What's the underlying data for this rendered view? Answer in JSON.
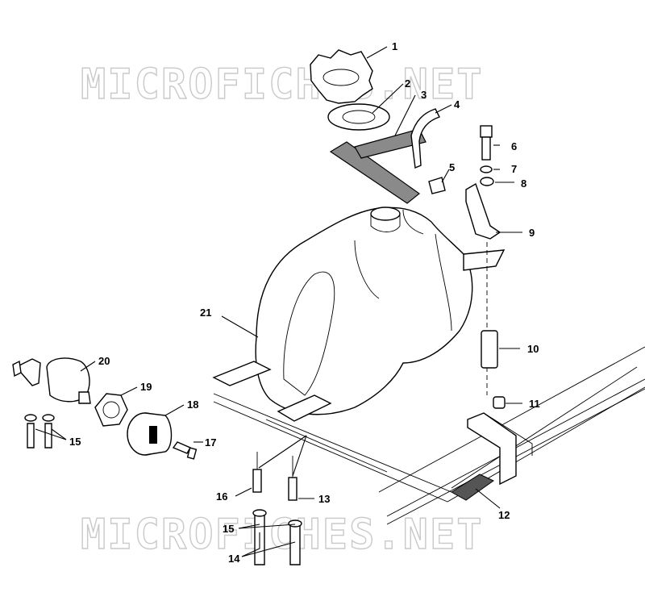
{
  "watermark": {
    "top": "MICROFICHES.NET",
    "bottom": "MICROFICHES.NET"
  },
  "callouts": [
    "1",
    "2",
    "3",
    "4",
    "5",
    "6",
    "7",
    "8",
    "9",
    "10",
    "11",
    "12",
    "13",
    "14",
    "15",
    "15",
    "16",
    "17",
    "18",
    "19",
    "20",
    "21"
  ],
  "colors": {
    "ink": "#000000",
    "watermark": "#c9c9c9",
    "paper": "#ffffff"
  }
}
